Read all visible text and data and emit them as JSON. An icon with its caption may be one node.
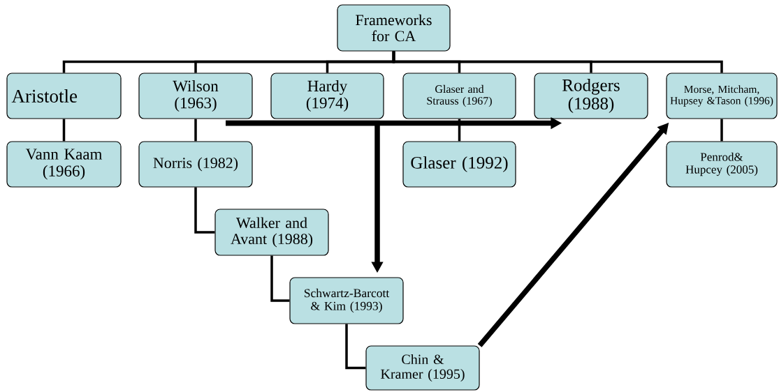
{
  "diagram": {
    "nodes": [
      {
        "text": [
          "Frameworks for CA"
        ]
      },
      {
        "text": [
          "Aristotle"
        ]
      },
      {
        "text": [
          "Wilson (1963)"
        ]
      },
      {
        "text": [
          "Hardy (1974)"
        ]
      },
      {
        "text": [
          "Glaser and Strauss (1967)"
        ]
      },
      {
        "text": [
          "Rodgers (1988)"
        ]
      },
      {
        "text": [
          "Morse, Mitcham, Hupsey &Tason (1996)"
        ]
      },
      {
        "text": [
          "Vann Kaam (1966)"
        ]
      },
      {
        "text": [
          "Norris (1982)"
        ]
      },
      {
        "text": [
          "Glaser (1992)"
        ]
      },
      {
        "text": [
          "Penrod& Hupcey (2005)"
        ]
      },
      {
        "text": [
          "Walker and Avant (1988)"
        ]
      },
      {
        "text": [
          "Schwartz-Barcott & Kim (1993)"
        ]
      },
      {
        "text": [
          "Chin & Kramer (1995)"
        ]
      }
    ],
    "edges": [
      {
        "from": 0,
        "to": 1,
        "arrow": "none"
      },
      {
        "from": 0,
        "to": 2,
        "arrow": "none"
      },
      {
        "from": 0,
        "to": 3,
        "arrow": "none"
      },
      {
        "from": 0,
        "to": 4,
        "arrow": "none"
      },
      {
        "from": 0,
        "to": 5,
        "arrow": "none"
      },
      {
        "from": 0,
        "to": 6,
        "arrow": "none"
      },
      {
        "from": 1,
        "to": 7,
        "arrow": "none"
      },
      {
        "from": 2,
        "to": 8,
        "arrow": "none"
      },
      {
        "from": 4,
        "to": 9,
        "arrow": "none"
      },
      {
        "from": 6,
        "to": 10,
        "arrow": "none"
      },
      {
        "from": 8,
        "to": 11,
        "arrow": "none"
      },
      {
        "from": 11,
        "to": 12,
        "arrow": "none"
      },
      {
        "from": 12,
        "to": 13,
        "arrow": "none"
      },
      {
        "from": 2,
        "to": 5,
        "arrow": "to",
        "style": "thick"
      },
      {
        "from": 2,
        "to": 12,
        "arrow": "to",
        "style": "thick"
      },
      {
        "from": 13,
        "to": 6,
        "arrow": "to",
        "style": "thick"
      }
    ]
  }
}
